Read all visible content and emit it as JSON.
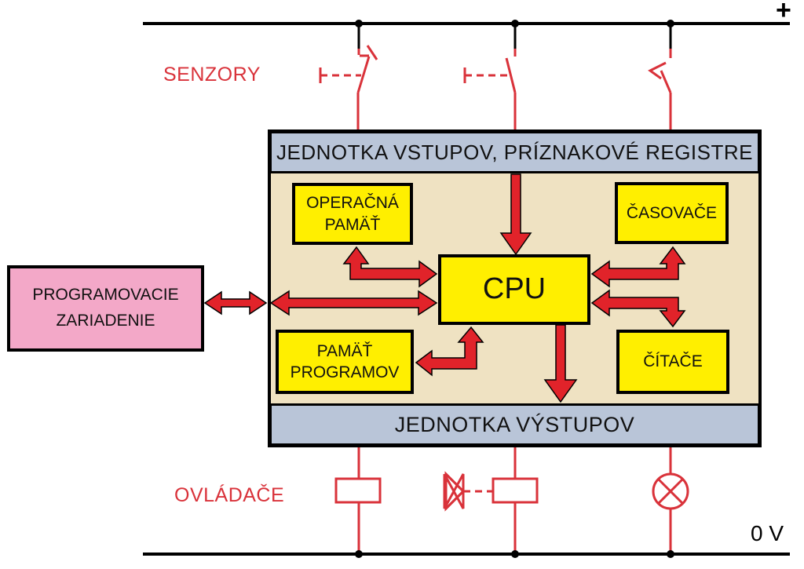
{
  "rails": {
    "plus_label": "+",
    "zero_label": "0 V"
  },
  "sensors_label": "SENZORY",
  "actuators_label": "OVLÁDAČE",
  "programming_device": {
    "line1": "PROGRAMOVACIE",
    "line2": "ZARIADENIE"
  },
  "input_unit": "JEDNOTKA VSTUPOV, PRÍZNAKOVÉ REGISTRE",
  "output_unit": "JEDNOTKA  VÝSTUPOV",
  "cpu": "CPU",
  "operating_memory": {
    "line1": "OPERAČNÁ",
    "line2": "PAMÄŤ"
  },
  "program_memory": {
    "line1": "PAMÄŤ",
    "line2": "PROGRAMOV"
  },
  "timers": "ČASOVAČE",
  "counters": "ČÍTAČE",
  "colors": {
    "wire": "#d9323a",
    "arrow": "#e1232a",
    "plc_body": "#efe2c2",
    "unit_bar": "#b9c5d8",
    "module": "#ffef00",
    "programmer": "#f3a8c8"
  }
}
